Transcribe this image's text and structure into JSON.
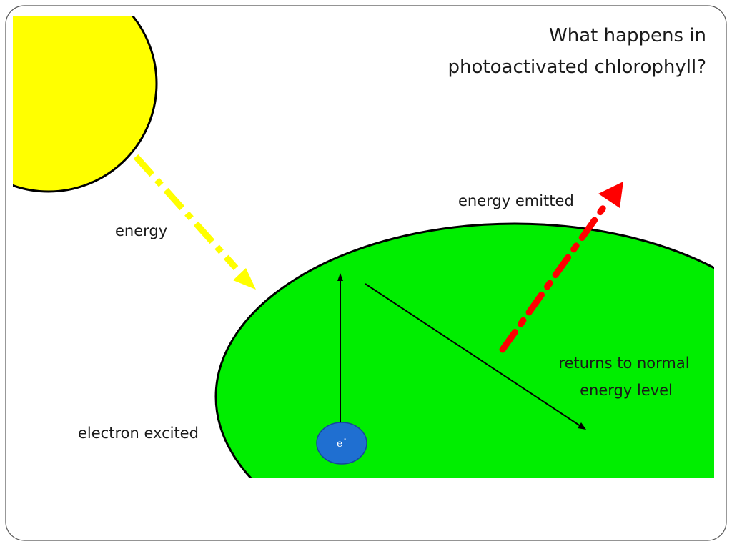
{
  "slide": {
    "title_line1": "What happens in",
    "title_line2": "photoactivated chlorophyll?"
  },
  "labels": {
    "energy": "energy",
    "energy_emitted": "energy emitted",
    "returns_line1": "returns to normal",
    "returns_line2": "energy level",
    "electron_excited": "electron excited"
  },
  "electron": {
    "symbol": "e",
    "charge": "-"
  },
  "colors": {
    "sun": "#ffff00",
    "chlorophyll": "#00ee00",
    "incoming_energy_arrow": "#ffff00",
    "emitted_energy_arrow": "#ff0000",
    "electron": "#1f6fd1",
    "outline": "#000000"
  },
  "icons": {
    "sun": "sun-icon",
    "electron": "electron-icon"
  }
}
